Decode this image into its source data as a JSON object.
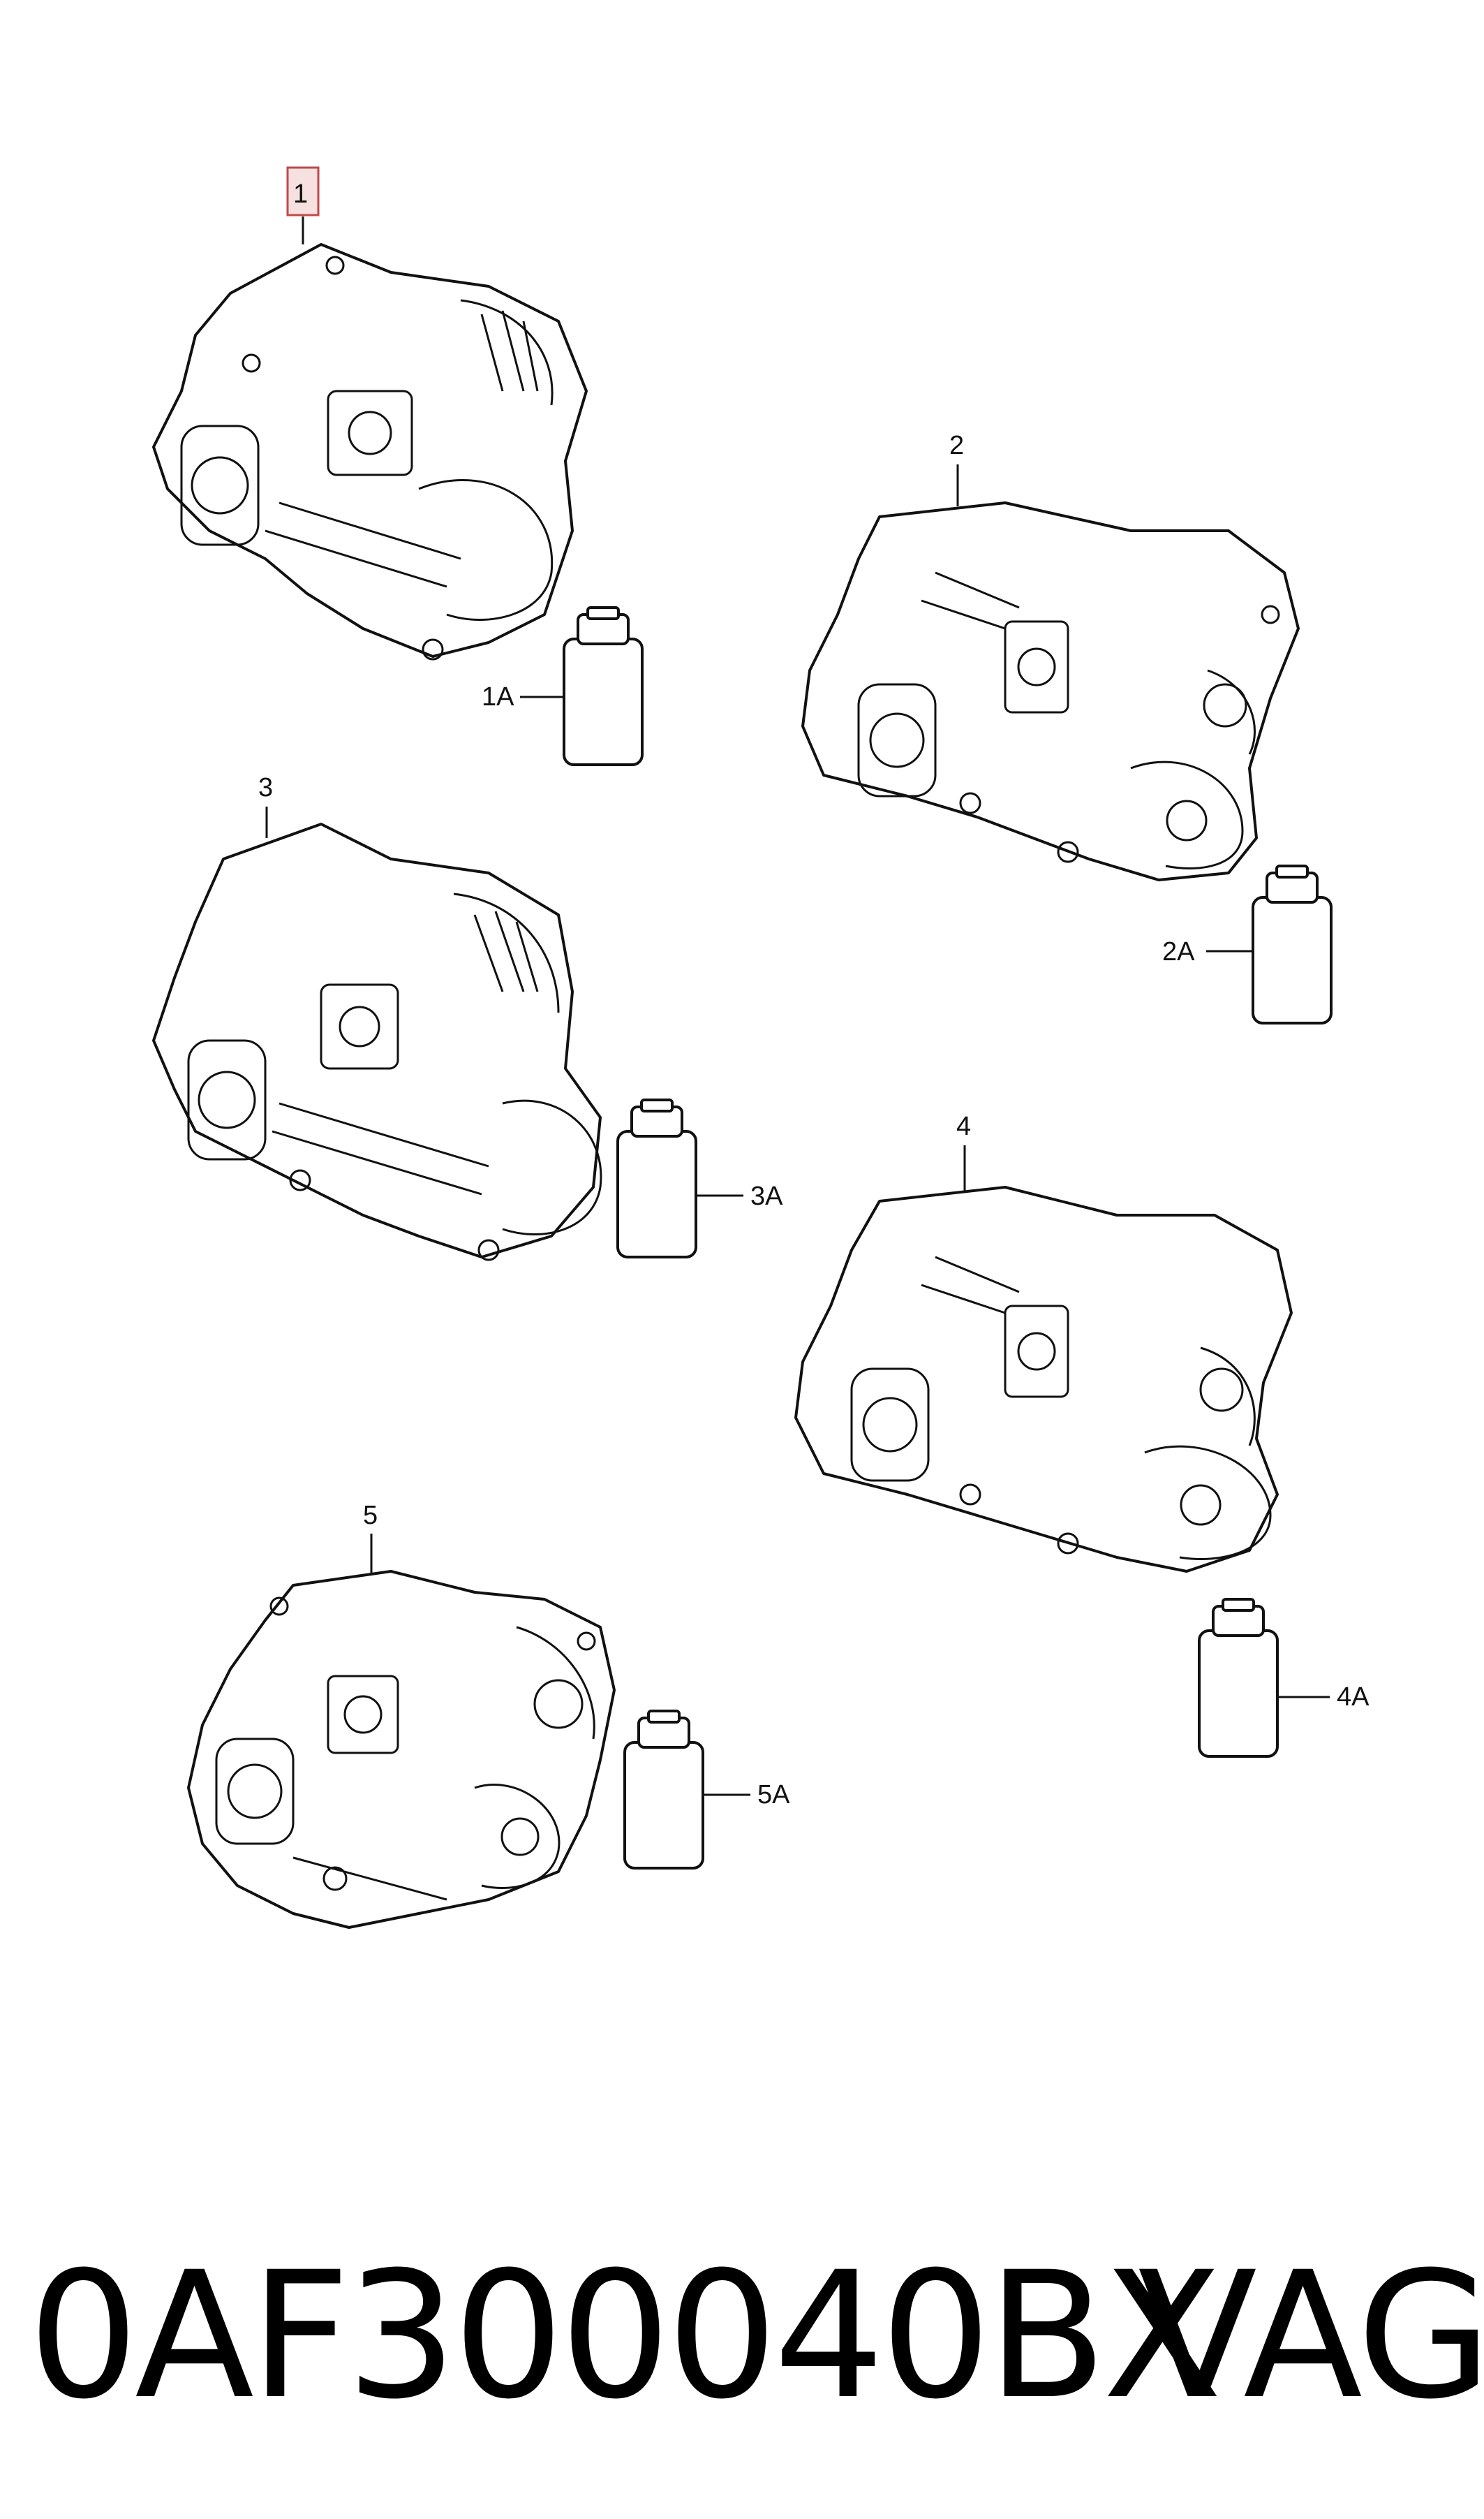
{
  "callouts": {
    "item_1": "1",
    "item_1a": "1A",
    "item_2": "2",
    "item_2a": "2A",
    "item_3": "3",
    "item_3a": "3A",
    "item_4": "4",
    "item_4a": "4A",
    "item_5": "5",
    "item_5a": "5A"
  },
  "part_number": "0AF300040BX",
  "brand": "VAG",
  "colors": {
    "line": "#111111",
    "highlight_box_fill": "#f6e0e0",
    "highlight_box_stroke": "#c04a4a"
  }
}
